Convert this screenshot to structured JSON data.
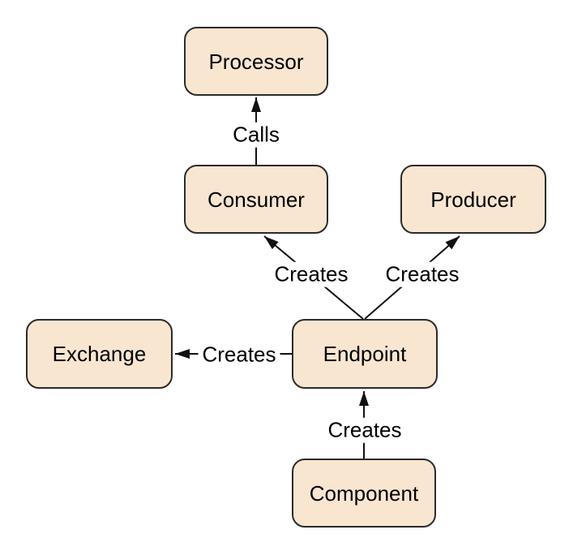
{
  "diagram": {
    "colors": {
      "background": "#ffffff",
      "node_fill": "#f9e6d1",
      "node_border": "#2b2b2b",
      "arrow": "#111111",
      "text": "#000000"
    },
    "nodes": {
      "processor": {
        "label": "Processor"
      },
      "consumer": {
        "label": "Consumer"
      },
      "producer": {
        "label": "Producer"
      },
      "exchange": {
        "label": "Exchange"
      },
      "endpoint": {
        "label": "Endpoint"
      },
      "component": {
        "label": "Component"
      }
    },
    "edges": {
      "consumer_calls_processor": {
        "from": "Consumer",
        "to": "Processor",
        "label": "Calls"
      },
      "endpoint_creates_consumer": {
        "from": "Endpoint",
        "to": "Consumer",
        "label": "Creates"
      },
      "endpoint_creates_producer": {
        "from": "Endpoint",
        "to": "Producer",
        "label": "Creates"
      },
      "endpoint_creates_exchange": {
        "from": "Endpoint",
        "to": "Exchange",
        "label": "Creates"
      },
      "component_creates_endpoint": {
        "from": "Component",
        "to": "Endpoint",
        "label": "Creates"
      }
    }
  }
}
